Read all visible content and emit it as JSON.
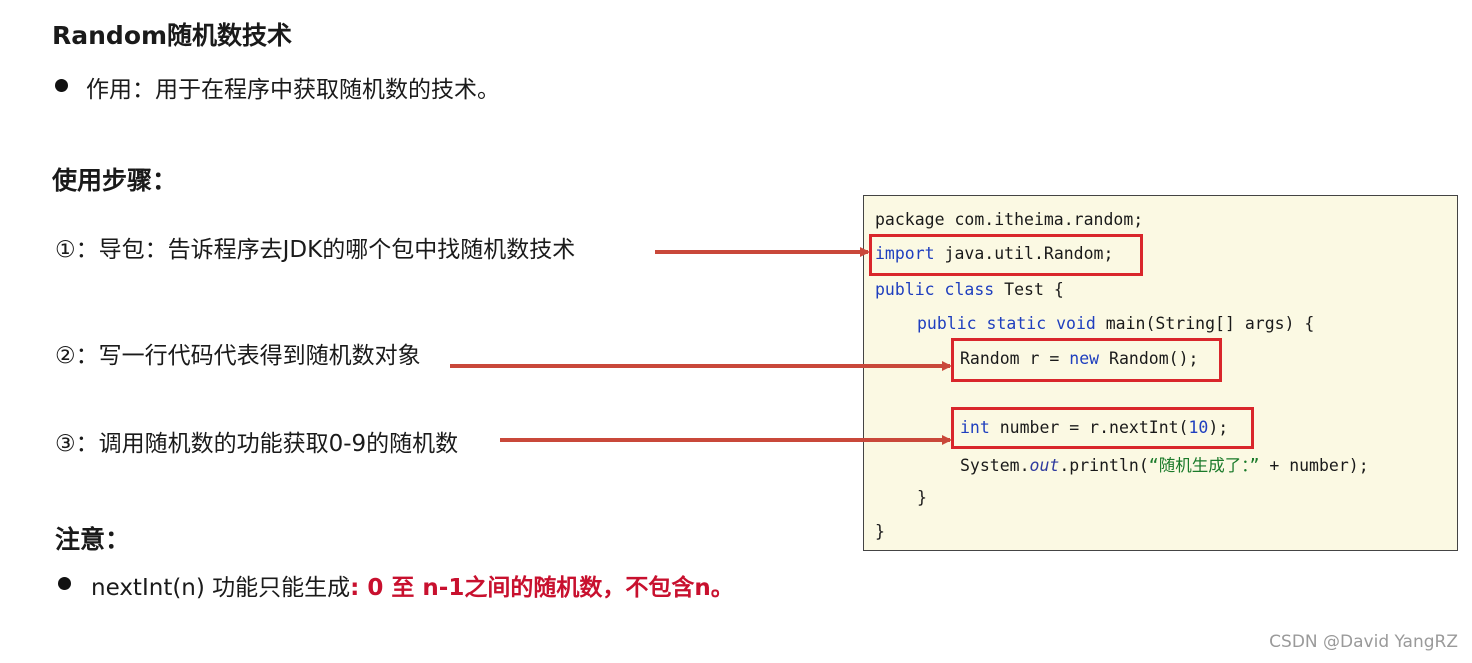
{
  "title": "Random随机数技术",
  "purpose": "作用：用于在程序中获取随机数的技术。",
  "steps_heading": "使用步骤：",
  "steps": [
    "①：导包：告诉程序去JDK的哪个包中找随机数技术",
    "②：写一行代码代表得到随机数对象",
    "③：调用随机数的功能获取0-9的随机数"
  ],
  "note_heading": "注意：",
  "note_black": "nextInt(n) 功能只能生成",
  "note_red": ": 0 至 n-1之间的随机数，不包含n。",
  "code": {
    "package": "package com.itheima.random;",
    "import_kw": "import",
    "import_rest": " java.util.Random;",
    "class_kw": "public class",
    "class_rest": " Test {",
    "main_kw": "public static void",
    "main_rest": " main(String[] args) {",
    "new_a": "Random r = ",
    "new_kw": "new",
    "new_b": " Random();",
    "int_kw": "int",
    "int_a": " number = r.nextInt(",
    "int_num": "10",
    "int_b": ");",
    "print_a": "System.",
    "print_out": "out",
    "print_b": ".println(",
    "print_str": "“随机生成了：”",
    "print_c": " + number);",
    "close_inner": "}",
    "close_outer": "}"
  },
  "watermark": "CSDN @David YangRZ",
  "colors": {
    "highlight": "#d9262b",
    "arrow": "#c9483a",
    "code_bg": "#fbf9e3",
    "note_red": "#c8102e"
  }
}
